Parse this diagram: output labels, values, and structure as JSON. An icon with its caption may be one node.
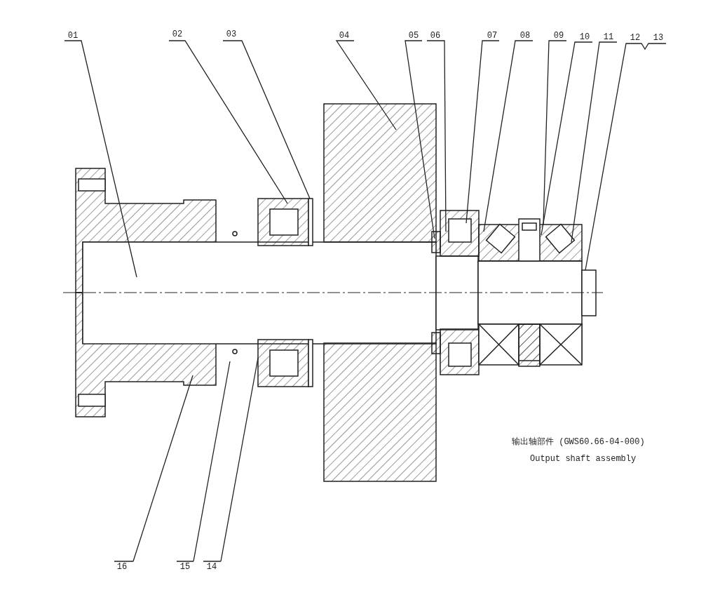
{
  "diagram": {
    "nodes": [
      {
        "text": [
          "01"
        ]
      },
      {
        "text": [
          "02"
        ]
      },
      {
        "text": [
          "03"
        ]
      },
      {
        "text": [
          "04"
        ]
      },
      {
        "text": [
          "05"
        ]
      },
      {
        "text": [
          "06"
        ]
      },
      {
        "text": [
          "07"
        ]
      },
      {
        "text": [
          "08"
        ]
      },
      {
        "text": [
          "09"
        ]
      },
      {
        "text": [
          "10"
        ]
      },
      {
        "text": [
          "11"
        ]
      },
      {
        "text": [
          "12"
        ]
      },
      {
        "text": [
          "13"
        ]
      },
      {
        "text": [
          "16"
        ]
      },
      {
        "text": [
          "15"
        ]
      },
      {
        "text": [
          "14"
        ]
      }
    ],
    "edges": [
      {
        "from": 0,
        "to": null,
        "arrow": "none"
      },
      {
        "from": 1,
        "to": null,
        "arrow": "none"
      },
      {
        "from": 2,
        "to": null,
        "arrow": "none"
      },
      {
        "from": 3,
        "to": null,
        "arrow": "none"
      },
      {
        "from": 4,
        "to": null,
        "arrow": "none"
      },
      {
        "from": 5,
        "to": null,
        "arrow": "none"
      },
      {
        "from": 6,
        "to": null,
        "arrow": "none"
      },
      {
        "from": 7,
        "to": null,
        "arrow": "none"
      },
      {
        "from": 8,
        "to": null,
        "arrow": "none"
      },
      {
        "from": 9,
        "to": null,
        "arrow": "none"
      },
      {
        "from": 10,
        "to": null,
        "arrow": "none"
      },
      {
        "from": 11,
        "to": null,
        "arrow": "none"
      },
      {
        "from": 12,
        "to": null,
        "arrow": "none"
      },
      {
        "from": 13,
        "to": null,
        "arrow": "none"
      },
      {
        "from": 14,
        "to": null,
        "arrow": "none"
      },
      {
        "from": 15,
        "to": null,
        "arrow": "none"
      }
    ],
    "labels": [
      "输出轴部件 (GWS60.66-04-000)",
      "Output shaft assembly"
    ]
  }
}
